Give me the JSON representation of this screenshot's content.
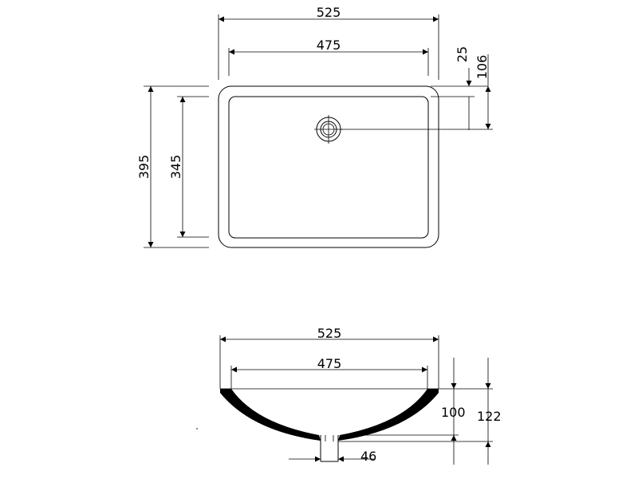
{
  "top_view": {
    "outer_width": "525",
    "inner_width": "475",
    "outer_depth": "395",
    "inner_depth": "345",
    "rim_offset": "25",
    "drain_offset": "106"
  },
  "side_view": {
    "outer_width": "525",
    "inner_width": "475",
    "bowl_depth": "100",
    "total_height": "122",
    "drain_diameter": "46"
  }
}
